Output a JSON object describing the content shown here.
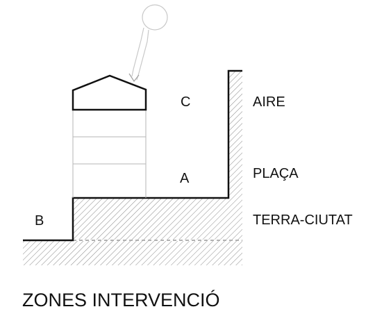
{
  "diagram": {
    "zone_labels": {
      "c": "C",
      "a": "A",
      "b": "B"
    },
    "level_labels": {
      "aire": "AIRE",
      "placa": "PLAÇA",
      "terra_ciutat": "TERRA-CIUTAT"
    },
    "title": "ZONES INTERVENCIÓ",
    "colors": {
      "line": "#111111",
      "hatch": "#8a8a8a",
      "ghost": "#c8c8c8"
    }
  }
}
